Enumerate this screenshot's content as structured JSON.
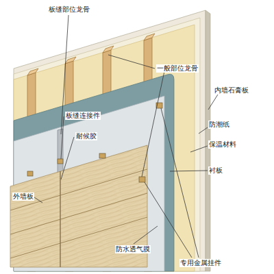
{
  "diagram": {
    "labels": [
      "板缝部位龙骨",
      "一般部位龙骨",
      "内墙石膏板",
      "防潮纸",
      "保温材料",
      "衬板",
      "板缝连接件",
      "耐候胶",
      "外墙板",
      "防水透气膜",
      "专用金属挂件"
    ]
  }
}
